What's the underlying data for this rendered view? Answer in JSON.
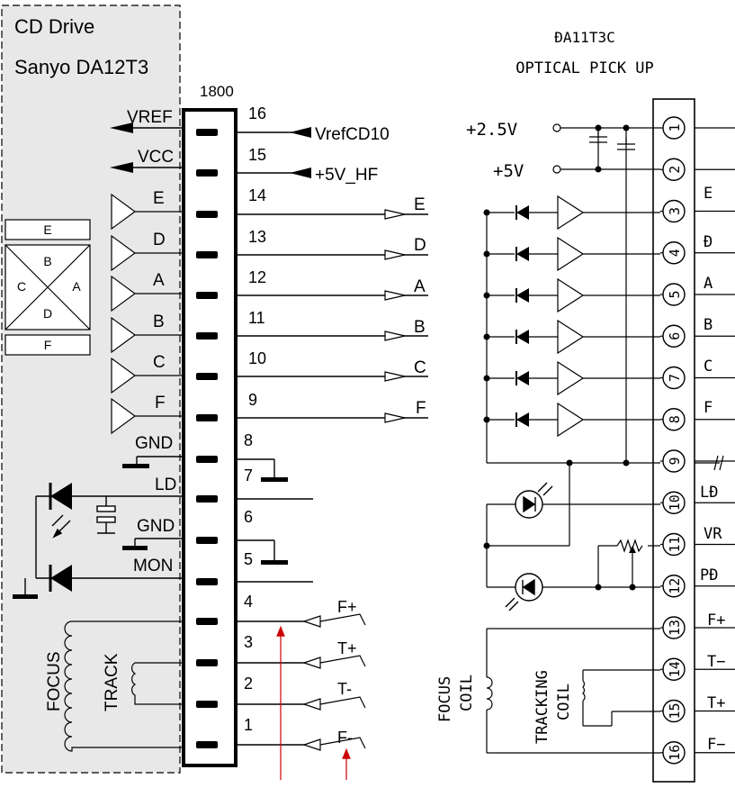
{
  "left": {
    "title": "CD Drive",
    "model": "Sanyo DA12T3",
    "connector": "1800",
    "labels": {
      "vref": "VREF",
      "vcc": "VCC",
      "e": "E",
      "d": "D",
      "a": "A",
      "b": "B",
      "c": "C",
      "f": "F",
      "gnd1": "GND",
      "ld": "LD",
      "gnd2": "GND",
      "mon": "MON",
      "focus": "FOCUS",
      "track": "TRACK"
    },
    "sensor": {
      "e": "E",
      "b": "B",
      "c": "C",
      "a": "A",
      "d": "D",
      "f": "F"
    }
  },
  "middle": {
    "pins": [
      "16",
      "15",
      "14",
      "13",
      "12",
      "11",
      "10",
      "9",
      "8",
      "7",
      "6",
      "5",
      "4",
      "3",
      "2",
      "1"
    ],
    "signals": {
      "vrefcd10": "VrefCD10",
      "v5hf": "+5V_HF",
      "e": "E",
      "d": "D",
      "a": "A",
      "b": "B",
      "c": "C",
      "f": "F",
      "fplus": "F+",
      "tplus": "T+",
      "tminus": "T-",
      "fminus": "F-"
    }
  },
  "right": {
    "title": "ĐA11T3C",
    "subtitle": "OPTICAL PICK UP",
    "v25": "+2.5V",
    "v5": "+5V",
    "pins": [
      "1",
      "2",
      "3",
      "4",
      "5",
      "6",
      "7",
      "8",
      "9",
      "10",
      "11",
      "12",
      "13",
      "14",
      "15",
      "16"
    ],
    "pin_labels": {
      "p3": "E",
      "p4": "Đ",
      "p5": "A",
      "p6": "B",
      "p7": "C",
      "p8": "F",
      "p10": "LĐ",
      "p11": "VR",
      "p12": "PĐ",
      "p13": "F+",
      "p14": "T−",
      "p15": "T+",
      "p16": "F−"
    },
    "focus_coil": [
      "FOCUS",
      "COIL"
    ],
    "tracking_coil": [
      "TRACKING",
      "COIL"
    ]
  }
}
